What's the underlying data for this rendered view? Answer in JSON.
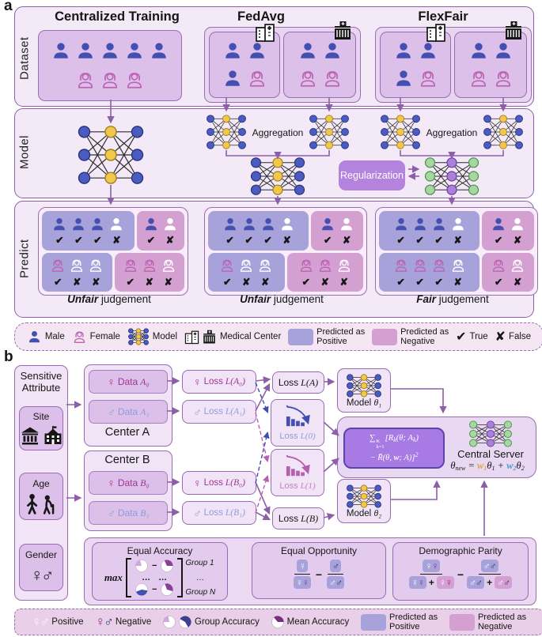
{
  "colors": {
    "purple_border": "#8d5fa8",
    "panel_bg": "#f3e9f7",
    "pos_blue": "#a7a2da",
    "neg_pink": "#d4a0d2",
    "male_blue": "#4350b2",
    "female_pink": "#bd62b3",
    "female_dark": "#9c3392",
    "male_light": "#8d9cdb",
    "reg_purple": "#b483de",
    "formula_bg": "#a87ae3",
    "w1_orange": "#e3a43a",
    "w2_blue": "#4f9ad8",
    "net_yellow": "#f1c84b",
    "net_green": "#a6d7a0",
    "net_purple": "#ab80d8",
    "dash_blue": "#3d4db0",
    "dash_pink": "#b85fb3"
  },
  "icons": {
    "check": "✔",
    "cross": "✘",
    "female_symbol": "♀",
    "male_symbol": "♂"
  },
  "panel_a": {
    "label": "a",
    "row_labels": [
      "Dataset",
      "Model",
      "Predict"
    ],
    "columns": [
      "Centralized Training",
      "FedAvg",
      "FlexFair"
    ],
    "aggregation_label": "Aggregation",
    "regularization_label": "Regularization",
    "judgements": [
      {
        "emphasis": "Unfair",
        "rest": " judgement"
      },
      {
        "emphasis": "Unfair",
        "rest": " judgement"
      },
      {
        "emphasis": "Fair",
        "rest": " judgement"
      }
    ],
    "dataset": {
      "centralized_rows": [
        [
          "m",
          "m",
          "m",
          "m",
          "m"
        ],
        [
          "f",
          "f",
          "f"
        ]
      ],
      "fedavg_sites": [
        {
          "building": [
            "hospital-icon"
          ],
          "rows": [
            [
              "m",
              "m"
            ],
            [
              "m",
              "f"
            ]
          ]
        },
        {
          "building": [
            "dark-building-icon"
          ],
          "rows": [
            [
              "m",
              "m"
            ],
            [
              "f",
              "f"
            ]
          ]
        }
      ],
      "flexfair_sites": [
        {
          "building": [
            "hospital-icon"
          ],
          "rows": [
            [
              "m",
              "m"
            ],
            [
              "m",
              "f"
            ]
          ]
        },
        {
          "building": [
            "dark-building-icon"
          ],
          "rows": [
            [
              "m",
              "m"
            ],
            [
              "f",
              "f"
            ]
          ]
        }
      ]
    },
    "predict": {
      "centralized": {
        "male_pos": {
          "persons": [
            "m",
            "m",
            "m",
            "wm"
          ],
          "marks": [
            "true",
            "true",
            "true",
            "false"
          ]
        },
        "male_neg": {
          "persons": [
            "m",
            "wm"
          ],
          "marks": [
            "true",
            "false"
          ]
        },
        "female_pos": {
          "persons": [
            "f",
            "wf",
            "wf"
          ],
          "marks": [
            "true",
            "false",
            "false"
          ]
        },
        "female_neg": {
          "persons": [
            "f",
            "f",
            "wf"
          ],
          "marks": [
            "true",
            "false",
            "false"
          ]
        }
      },
      "fedavg": {
        "male_pos": {
          "persons": [
            "m",
            "m",
            "m",
            "wm"
          ],
          "marks": [
            "true",
            "true",
            "true",
            "false"
          ]
        },
        "male_neg": {
          "persons": [
            "m",
            "wm"
          ],
          "marks": [
            "true",
            "false"
          ]
        },
        "female_pos": {
          "persons": [
            "f",
            "wf",
            "wf"
          ],
          "marks": [
            "true",
            "false",
            "false"
          ]
        },
        "female_neg": {
          "persons": [
            "f",
            "f",
            "wf"
          ],
          "marks": [
            "true",
            "false",
            "false"
          ]
        }
      },
      "flexfair": {
        "male_pos": {
          "persons": [
            "m",
            "m",
            "m",
            "wm"
          ],
          "marks": [
            "true",
            "true",
            "true",
            "false"
          ]
        },
        "male_neg": {
          "persons": [
            "m",
            "wm"
          ],
          "marks": [
            "true",
            "false"
          ]
        },
        "female_pos": {
          "persons": [
            "f",
            "f",
            "f",
            "wf"
          ],
          "marks": [
            "true",
            "true",
            "true",
            "false"
          ]
        },
        "female_neg": {
          "persons": [
            "f",
            "wf"
          ],
          "marks": [
            "true",
            "false"
          ]
        }
      }
    },
    "legend": {
      "male": "Male",
      "female": "Female",
      "model": "Model",
      "medical_center": "Medical Center",
      "medical_icons": [
        "hospital-icon",
        "dark-building-icon"
      ],
      "pred_pos": {
        "line1": "Predicted as",
        "line2": "Positive"
      },
      "pred_neg": {
        "line1": "Predicted as",
        "line2": "Negative"
      },
      "true_label": "True",
      "false_label": "False"
    }
  },
  "panel_b": {
    "label": "b",
    "sensitive_attribute": {
      "line1": "Sensitive",
      "line2": "Attribute"
    },
    "site": "Site",
    "age": "Age",
    "gender": "Gender",
    "site_icons": [
      "bank-icon",
      "school-icon"
    ],
    "center_a": "Center A",
    "center_b": "Center B",
    "data_boxes": {
      "a0": {
        "symbol": "♀",
        "prefix": "Data",
        "math": "A₀"
      },
      "a1": {
        "symbol": "♂",
        "prefix": "Data",
        "math": "A₁"
      },
      "b0": {
        "symbol": "♀",
        "prefix": "Data",
        "math": "B₀"
      },
      "b1": {
        "symbol": "♂",
        "prefix": "Data",
        "math": "B₁"
      }
    },
    "loss_boxes": {
      "a0": {
        "symbol": "♀",
        "prefix": "Loss",
        "math": "L(A₀)"
      },
      "a1": {
        "symbol": "♂",
        "prefix": "Loss",
        "math": "L(A₁)"
      },
      "b0": {
        "symbol": "♀",
        "prefix": "Loss",
        "math": "L(B₀)"
      },
      "b1": {
        "symbol": "♂",
        "prefix": "Loss",
        "math": "L(B₁)"
      },
      "la": {
        "prefix": "Loss",
        "math": "L(A)"
      },
      "l0": {
        "prefix": "Loss",
        "math": "L(0)"
      },
      "l1": {
        "prefix": "Loss",
        "math": "L(1)"
      },
      "lb": {
        "prefix": "Loss",
        "math": "L(B)"
      }
    },
    "models": {
      "m1": {
        "prefix": "Model",
        "math": "θ₁"
      },
      "m2": {
        "prefix": "Model",
        "math": "θ₂"
      }
    },
    "central_server": {
      "title": "Central Server",
      "formula": {
        "sum": "∑",
        "sum_sup": "K",
        "sum_sub": "k=1",
        "p1": "[R",
        "p1_sub": "k",
        "p2": "(θ; A",
        "p2_sub": "k",
        "p3": ")",
        "l2a": "− R̄(θ, ",
        "l2b": "w",
        "l2c": "; A)]",
        "l2_sup": "2"
      },
      "update": {
        "lhs": "θ",
        "lhs_sub": "new",
        "eq": "=",
        "w1": "w",
        "w1_sub": "1",
        "t1": "θ",
        "t1_sub": "1",
        "plus": "+",
        "w2": "w",
        "w2_sub": "2",
        "t2": "θ",
        "t2_sub": "2"
      }
    },
    "fairness": {
      "minus": "−",
      "plus": "+",
      "equal_accuracy": {
        "title": "Equal Accuracy",
        "max": "max",
        "group1": "Group 1",
        "dots": "…",
        "groupN": "Group N"
      },
      "equal_opportunity": {
        "title": "Equal Opportunity"
      },
      "demographic_parity": {
        "title": "Demographic Parity"
      }
    },
    "legend": {
      "positive": "Positive",
      "negative": "Negative",
      "group_accuracy": "Group Accuracy",
      "mean_accuracy": "Mean Accuracy",
      "pred_pos": {
        "line1": "Predicted as",
        "line2": "Positive"
      },
      "pred_neg": {
        "line1": "Predicted as",
        "line2": "Negative"
      }
    }
  },
  "pies": {
    "ea_r1l": {
      "start": -90,
      "sweep": 75,
      "color": "#cfa8dd"
    },
    "ea_r1r": {
      "start": -25,
      "sweep": 115,
      "color": "#8b3f98"
    },
    "ea_r3l": {
      "start": 100,
      "sweep": 150,
      "color": "#4350b2"
    },
    "ea_r3r": {
      "start": -20,
      "sweep": 125,
      "color": "#8b3f98"
    },
    "lg_group1": {
      "start": -90,
      "sweep": 80,
      "color": "#cfa8dd"
    },
    "lg_group2": {
      "start": -60,
      "sweep": 210,
      "color": "#3d3f8f"
    },
    "lg_mean": {
      "start": -40,
      "sweep": 130,
      "color": "#7b2d82"
    }
  },
  "badges": {
    "eo_num1": {
      "bg": "pos",
      "glyphs": [
        [
          "♀",
          "w"
        ]
      ]
    },
    "eo_den1": {
      "bg": "pos",
      "glyphs": [
        [
          "♀",
          "w"
        ],
        [
          "♀",
          "df"
        ]
      ]
    },
    "eo_num2": {
      "bg": "pos",
      "glyphs": [
        [
          "♂",
          "dm"
        ]
      ]
    },
    "eo_den2": {
      "bg": "pos",
      "glyphs": [
        [
          "♂",
          "w"
        ],
        [
          "♂",
          "dm"
        ]
      ]
    },
    "dp_num1": {
      "bg": "pos",
      "glyphs": [
        [
          "♀",
          "w"
        ],
        [
          "♀",
          "df"
        ]
      ]
    },
    "dp_den1a": {
      "bg": "pos",
      "glyphs": [
        [
          "♀",
          "w"
        ],
        [
          "♀",
          "df"
        ]
      ]
    },
    "dp_den1b": {
      "bg": "neg",
      "glyphs": [
        [
          "♀",
          "w"
        ],
        [
          "♀",
          "df"
        ]
      ]
    },
    "dp_num2": {
      "bg": "pos",
      "glyphs": [
        [
          "♂",
          "w"
        ],
        [
          "♂",
          "dm"
        ]
      ]
    },
    "dp_den2a": {
      "bg": "pos",
      "glyphs": [
        [
          "♂",
          "w"
        ],
        [
          "♂",
          "dm"
        ]
      ]
    },
    "dp_den2b": {
      "bg": "neg",
      "glyphs": [
        [
          "♂",
          "w"
        ],
        [
          "♂",
          "dm"
        ]
      ]
    }
  }
}
